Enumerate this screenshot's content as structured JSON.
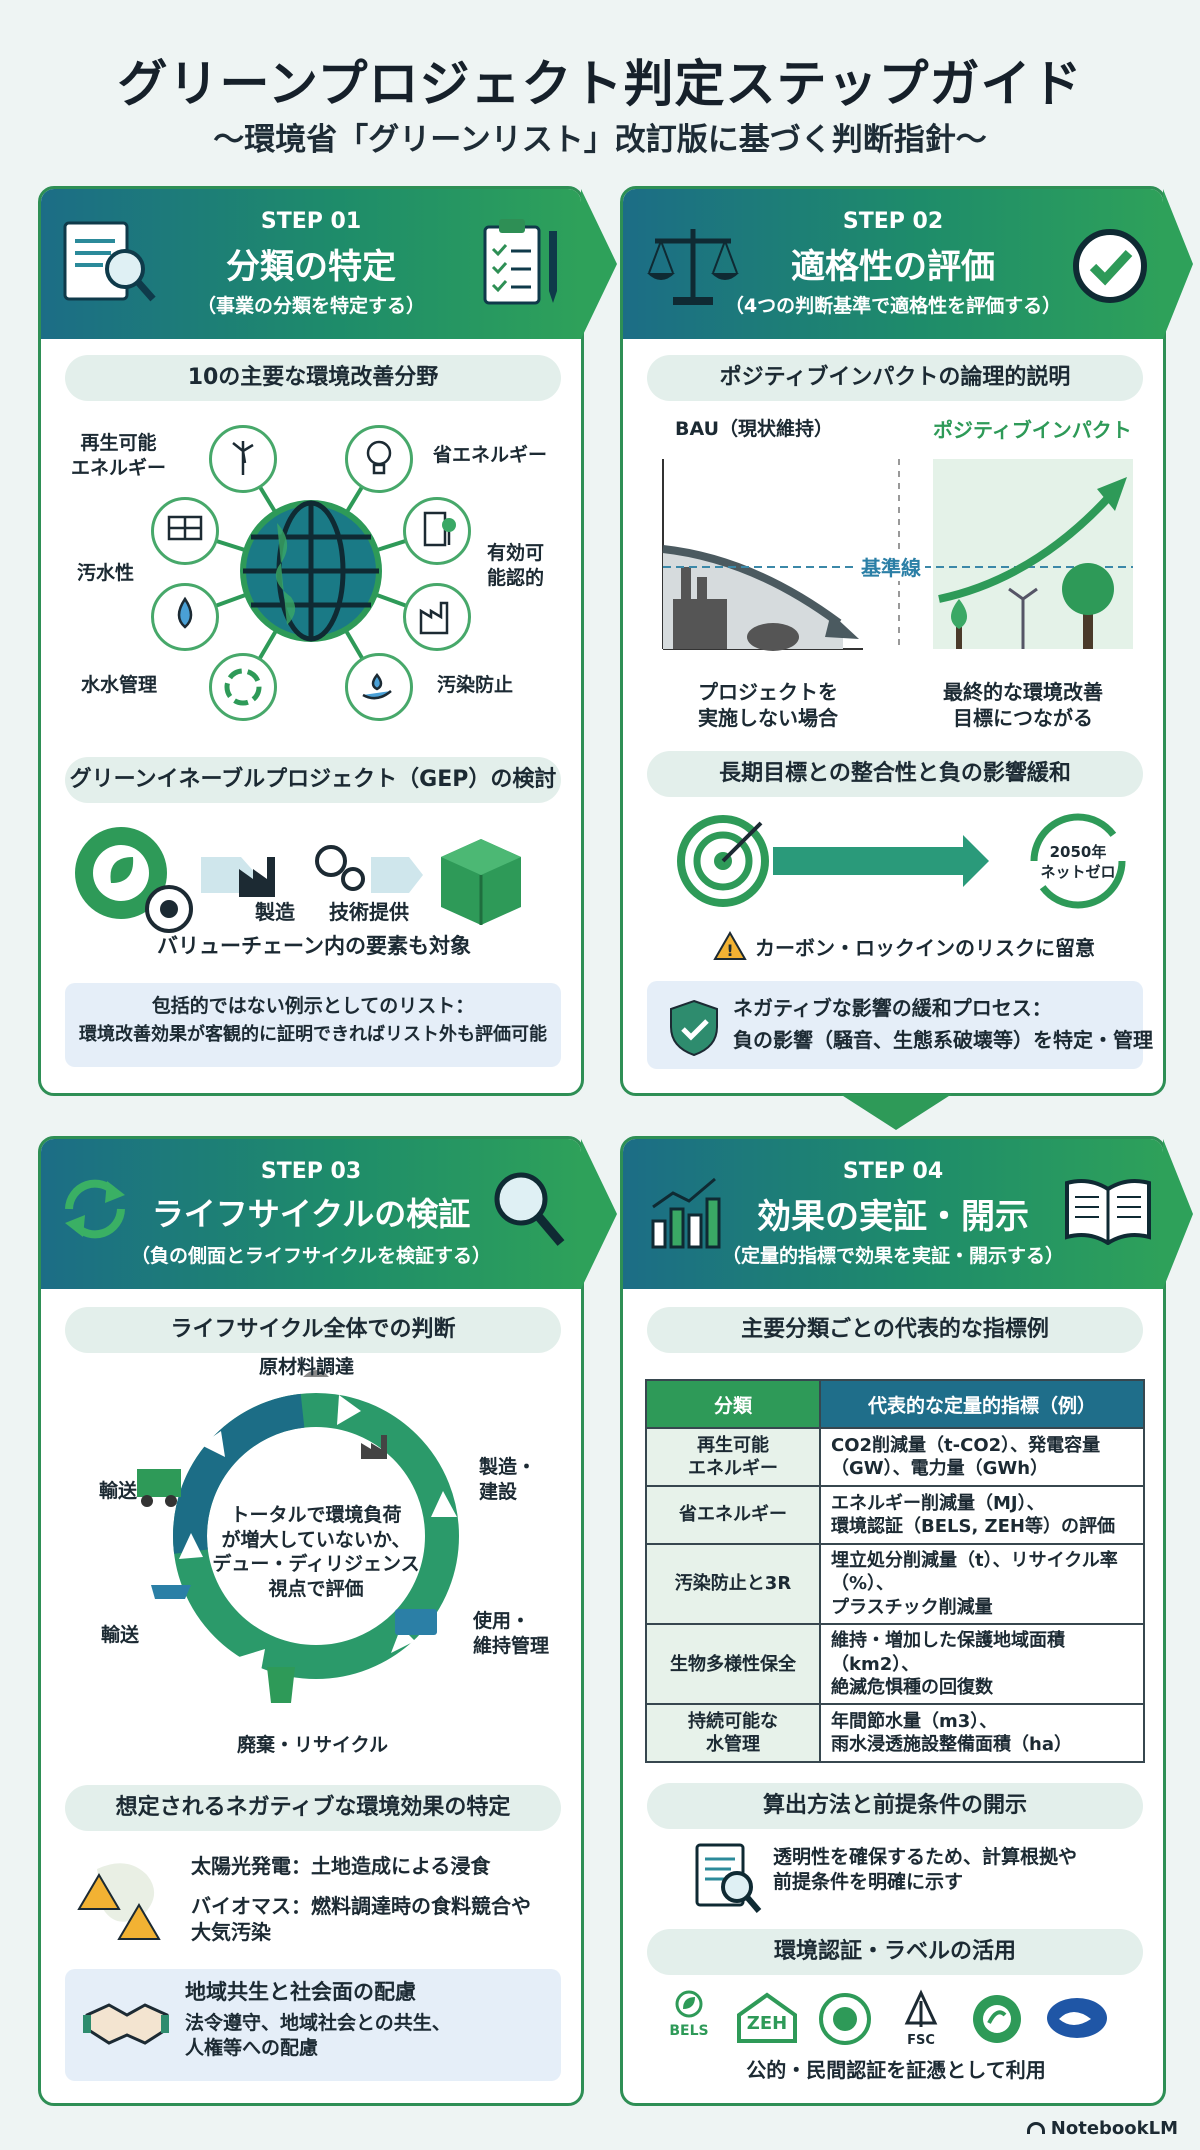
{
  "header": {
    "title": "グリーンプロジェクト判定ステップガイド",
    "subtitle": "〜環境省「グリーンリスト」改訂版に基づく判断指針〜"
  },
  "step1": {
    "num": "STEP 01",
    "title": "分類の特定",
    "sub": "（事業の分類を特定する）",
    "sec1": "10の主要な環境改善分野",
    "fields": [
      "再生可能\nエネルギー",
      "省エネルギー",
      "汚水性",
      "有効可\n能認的",
      "水水管理",
      "汚染防止"
    ],
    "sec2": "グリーンイネーブルプロジェクト（GEP）の検討",
    "gep_items": [
      "製造",
      "技術提供"
    ],
    "gep_note": "バリューチェーン内の要素も対象",
    "note_line1": "包括的ではない例示としてのリスト：",
    "note_line2": "環境改善効果が客観的に証明できればリスト外も評価可能"
  },
  "step2": {
    "num": "STEP 02",
    "title": "適格性の評価",
    "sub": "（4つの判断基準で適格性を評価する）",
    "sec1": "ポジティブインパクトの論理的説明",
    "bau": "BAU（現状維持）",
    "positive": "ポジティブインパクト",
    "baseline": "基準線",
    "bau_caption": "プロジェクトを\n実施しない場合",
    "pos_caption": "最終的な環境改善\n目標につながる",
    "sec2": "長期目標との整合性と負の影響緩和",
    "netzero": "2050年\nネットゼロ",
    "warning": "カーボン・ロックインのリスクに留意",
    "note_line1": "ネガティブな影響の緩和プロセス：",
    "note_line2": "負の影響（騒音、生態系破壊等）を特定・管理"
  },
  "step3": {
    "num": "STEP 03",
    "title": "ライフサイクルの検証",
    "sub": "（負の側面とライフサイクルを検証する）",
    "sec1": "ライフサイクル全体での判断",
    "cycle": [
      "原材料調達",
      "製造・\n建設",
      "使用・\n維持管理",
      "廃棄・リサイクル",
      "輸送",
      "輸送"
    ],
    "center": "トータルで環境負荷\nが増大していないか、\nデュー・ディリジェンス\n視点で評価",
    "sec2": "想定されるネガティブな環境効果の特定",
    "neg1": "太陽光発電：土地造成による浸食",
    "neg2": "バイオマス：燃料調達時の食料競合や\n大気汚染",
    "social_title": "地域共生と社会面の配慮",
    "social_body": "法令遵守、地域社会との共生、\n人権等への配慮"
  },
  "step4": {
    "num": "STEP 04",
    "title": "効果の実証・開示",
    "sub": "（定量的指標で効果を実証・開示する）",
    "sec1": "主要分類ごとの代表的な指標例",
    "table_headers": [
      "分類",
      "代表的な定量的指標（例）"
    ],
    "table_rows": [
      {
        "cat": "再生可能\nエネルギー",
        "ind": "CO2削減量（t-CO2）、発電容量\n（GW）、電力量（GWh）"
      },
      {
        "cat": "省エネルギー",
        "ind": "エネルギー削減量（MJ）、\n環境認証（BELS, ZEH等）の評価"
      },
      {
        "cat": "汚染防止と3R",
        "ind": "埋立処分削減量（t）、リサイクル率（%）、\nプラスチック削減量"
      },
      {
        "cat": "生物多様性保全",
        "ind": "維持・増加した保護地域面積（km2）、\n絶滅危惧種の回復数"
      },
      {
        "cat": "持続可能な\n水管理",
        "ind": "年間節水量（m3）、\n雨水浸透施設整備面積（ha）"
      }
    ],
    "sec2": "算出方法と前提条件の開示",
    "disclose": "透明性を確保するため、計算根拠や\n前提条件を明確に示す",
    "sec3": "環境認証・ラベルの活用",
    "labels": [
      "BELS",
      "ZEH",
      "",
      "FSC",
      "",
      ""
    ],
    "label_caption": "公的・民間認証を証憑として利用"
  },
  "footer": {
    "brand": "NotebookLM"
  },
  "colors": {
    "green": "#2e9a58",
    "teal": "#1c6d86",
    "pill": "#e3efeb",
    "note": "#e5eef8"
  }
}
